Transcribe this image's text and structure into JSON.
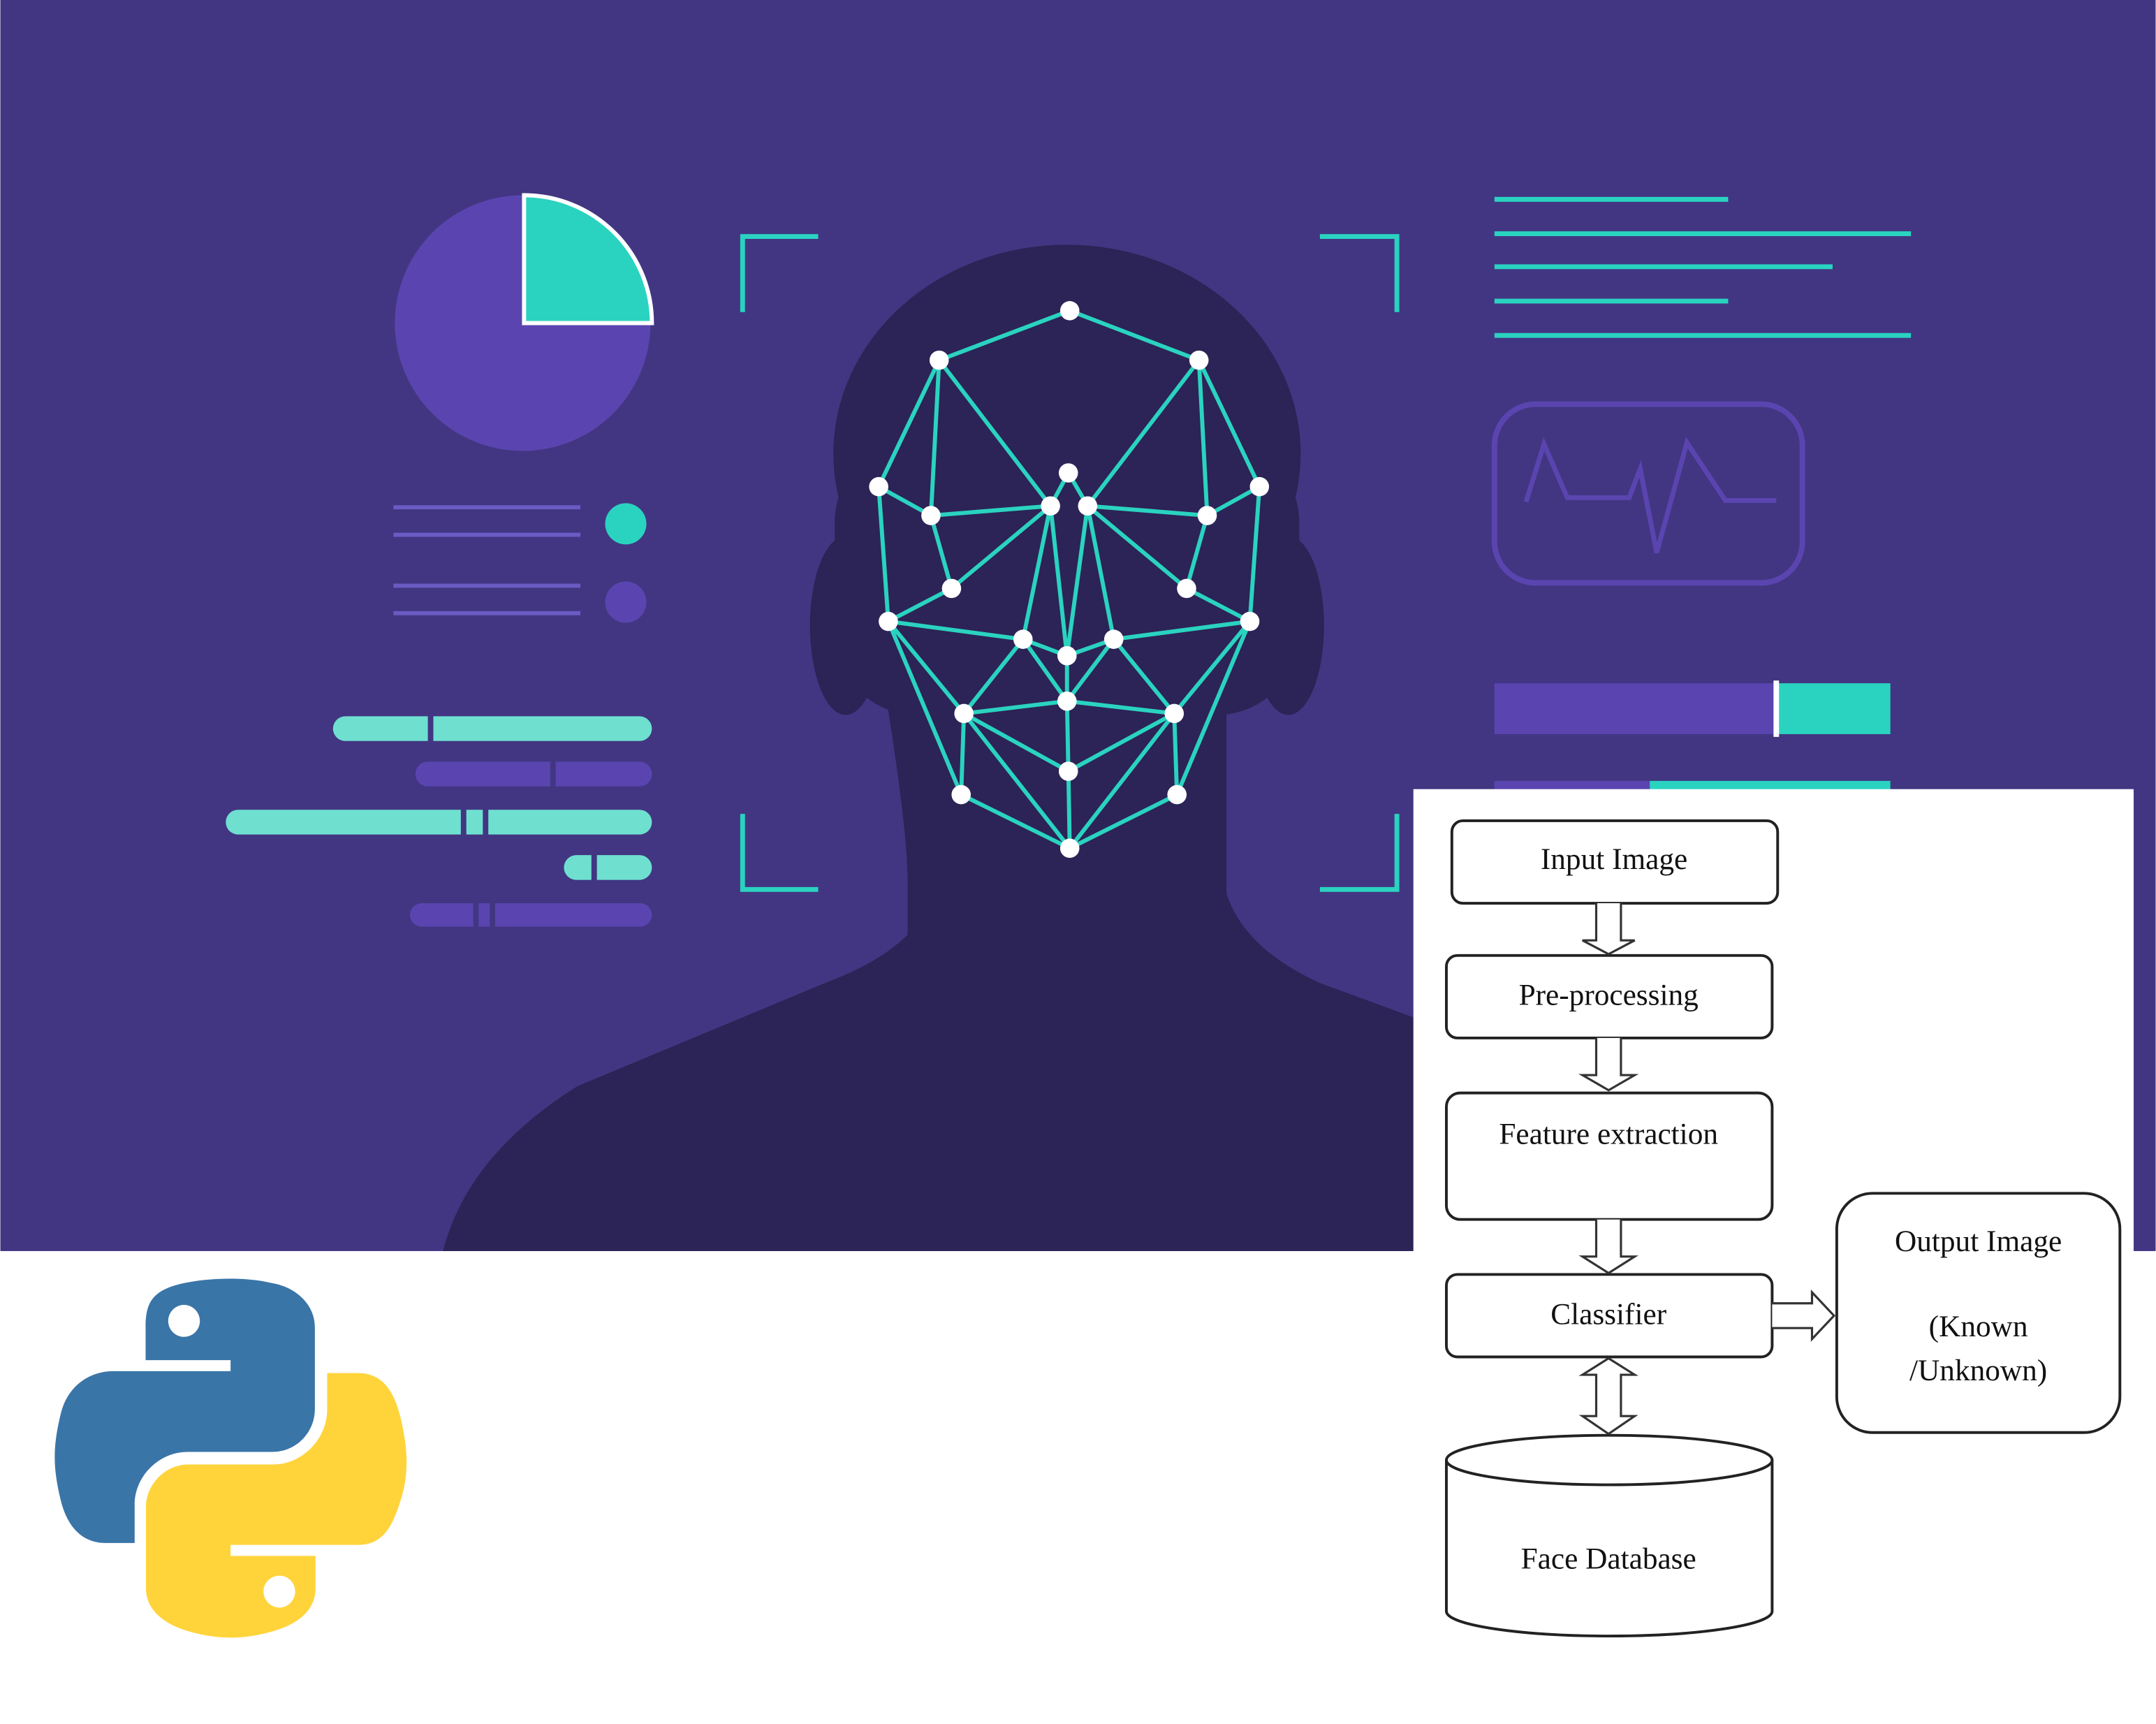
{
  "colors": {
    "background_purple": "#423682",
    "silhouette": "#2c2356",
    "teal": "#2ad3c0",
    "light_teal": "#6fe0d0",
    "violet": "#5a45b0",
    "line_violet": "#6a5bc4",
    "python_blue": "#3a75a8",
    "python_yellow": "#ffd43b"
  },
  "flowchart": {
    "input_image": "Input Image",
    "pre_processing": "Pre-processing",
    "feature_extraction": "Feature extraction",
    "classifier": "Classifier",
    "output_image": "Output Image",
    "output_known": "(Known",
    "output_unknown": "/Unknown)",
    "face_database": "Face Database"
  },
  "icons": {
    "logo": "python-logo",
    "face_mesh": "face-mesh-icon",
    "pulse": "heartbeat-icon",
    "pie": "pie-chart-icon"
  }
}
